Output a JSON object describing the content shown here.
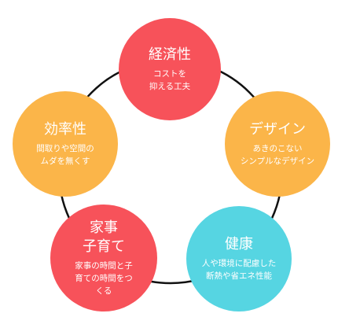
{
  "colors": {
    "ring": "#111111",
    "red": "#F7525A",
    "orange": "#FBB549",
    "cyan": "#56D5E2"
  },
  "nodes": {
    "economy": {
      "title": "経済性",
      "desc": "コストを\n抑える工夫"
    },
    "design": {
      "title": "デザイン",
      "desc": "あきのこない\nシンプルなデザイン"
    },
    "health": {
      "title": "健康",
      "desc": "人や環境に配慮した\n断熱や省エネ性能"
    },
    "parenting": {
      "title": "家事\n子育て",
      "desc": "家事の時間と子\n育ての時間をつ\nくる"
    },
    "efficiency": {
      "title": "効率性",
      "desc": "間取りや空間の\nムダを無くす"
    }
  }
}
